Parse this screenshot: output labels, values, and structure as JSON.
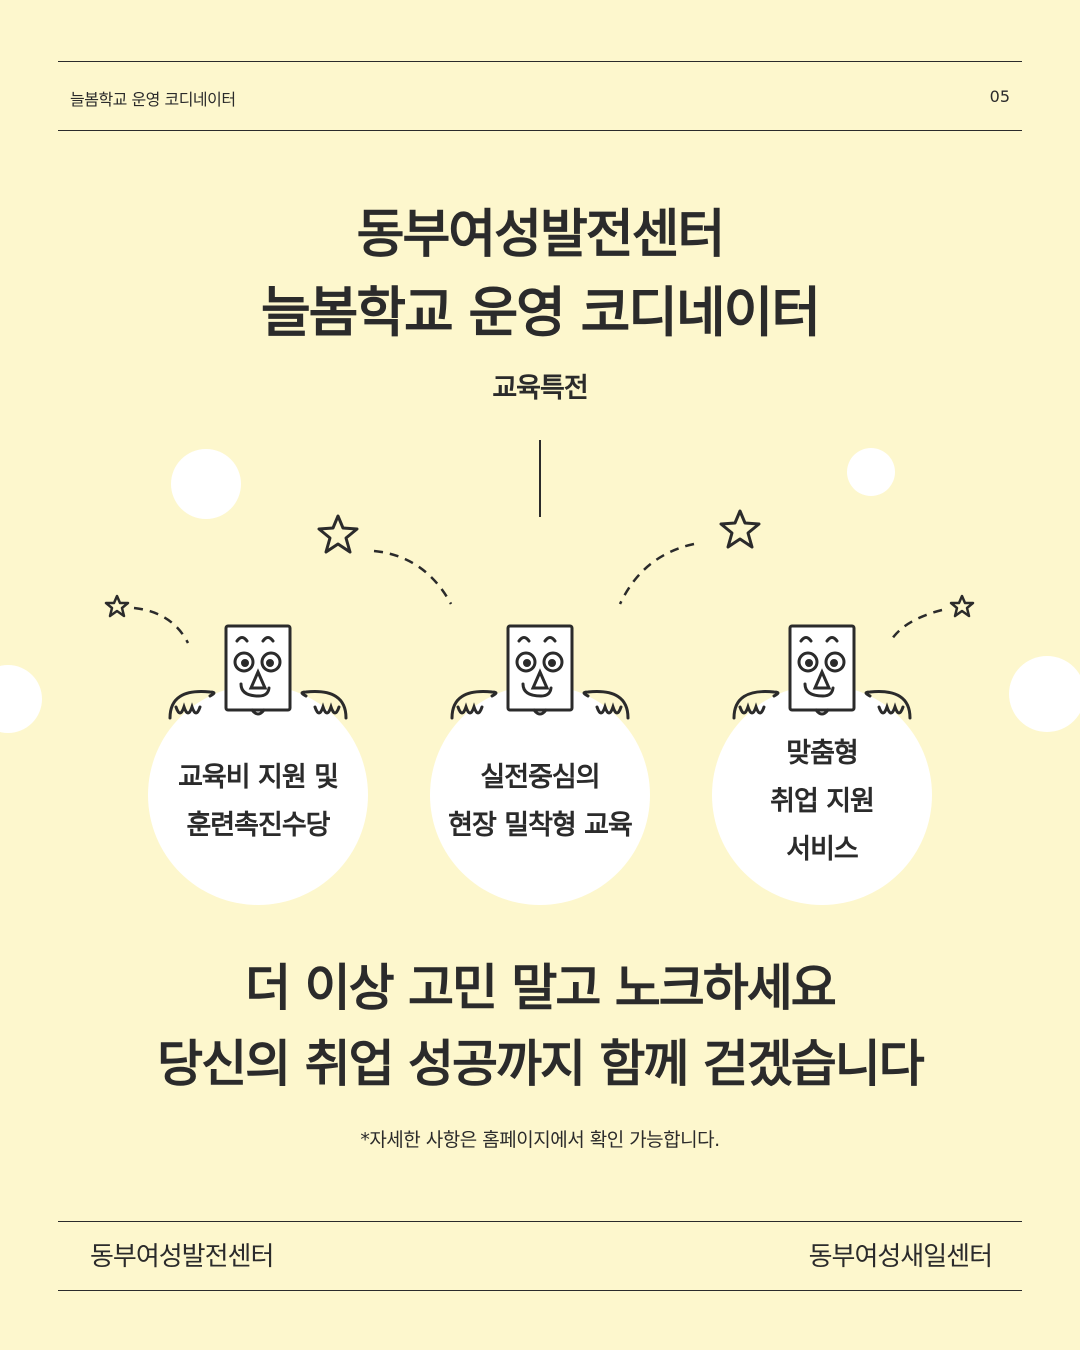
{
  "header": {
    "label": "늘봄학교 운영 코디네이터",
    "page_number": "05"
  },
  "title": {
    "line1": "동부여성발전센터",
    "line2": "늘봄학교 운영 코디네이터"
  },
  "subtitle": "교육특전",
  "benefits": [
    {
      "lines": [
        "교육비 지원 및",
        "훈련촉진수당"
      ]
    },
    {
      "lines": [
        "실전중심의",
        "현장 밀착형 교육"
      ]
    },
    {
      "lines": [
        "맞춤형",
        "취업 지원",
        "서비스"
      ]
    }
  ],
  "slogan": {
    "line1": "더 이상 고민 말고 노크하세요",
    "line2": "당신의 취업 성공까지 함께 걷겠습니다"
  },
  "note": "*자세한 사항은 홈페이지에서 확인 가능합니다.",
  "footer": {
    "left": "동부여성발전센터",
    "right": "동부여성새일센터"
  },
  "colors": {
    "background": "#fdf7cd",
    "circle": "#ffffff",
    "ink": "#2b2b2b"
  },
  "icons": [
    "star-icon",
    "door-character-icon"
  ]
}
